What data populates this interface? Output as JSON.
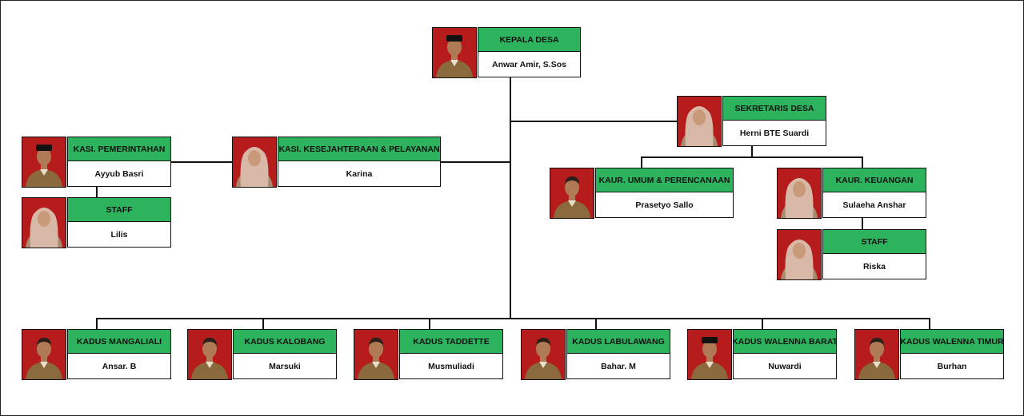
{
  "colors": {
    "title_bg": "#2db35d",
    "photo_bg": "#b71c1c",
    "line": "#111111"
  },
  "head": {
    "title": "KEPALA DESA",
    "name": "Anwar Amir, S.Sos",
    "photo": "man-peci-icon"
  },
  "secretary": {
    "title": "SEKRETARIS DESA",
    "name": "Herni BTE Suardi",
    "photo": "woman-hijab-icon"
  },
  "kaur_umum": {
    "title": "KAUR. UMUM & PERENCANAAN",
    "name": "Prasetyo Sallo",
    "photo": "man-icon"
  },
  "kaur_keuangan": {
    "title": "KAUR. KEUANGAN",
    "name": "Sulaeha Anshar",
    "photo": "woman-hijab-icon"
  },
  "staff_keuangan": {
    "title": "STAFF",
    "name": "Riska",
    "photo": "woman-hijab-icon"
  },
  "kasi_pemerintahan": {
    "title": "KASI. PEMERINTAHAN",
    "name": "Ayyub Basri",
    "photo": "man-peci-icon"
  },
  "staff_pemerintahan": {
    "title": "STAFF",
    "name": "Lilis",
    "photo": "woman-hijab-icon"
  },
  "kasi_kesejahteraan": {
    "title": "KASI. KESEJAHTERAAN & PELAYANAN",
    "name": "Karina",
    "photo": "woman-hijab-icon"
  },
  "kadus": [
    {
      "title": "KADUS MANGALIALI",
      "name": "Ansar. B",
      "photo": "man-icon"
    },
    {
      "title": "KADUS KALOBANG",
      "name": "Marsuki",
      "photo": "man-icon"
    },
    {
      "title": "KADUS TADDETTE",
      "name": "Musmuliadi",
      "photo": "man-icon"
    },
    {
      "title": "KADUS LABULAWANG",
      "name": "Bahar. M",
      "photo": "man-icon"
    },
    {
      "title": "KADUS WALENNA BARAT",
      "name": "Nuwardi",
      "photo": "man-peci-icon"
    },
    {
      "title": "KADUS WALENNA TIMUR",
      "name": "Burhan",
      "photo": "man-icon"
    }
  ]
}
